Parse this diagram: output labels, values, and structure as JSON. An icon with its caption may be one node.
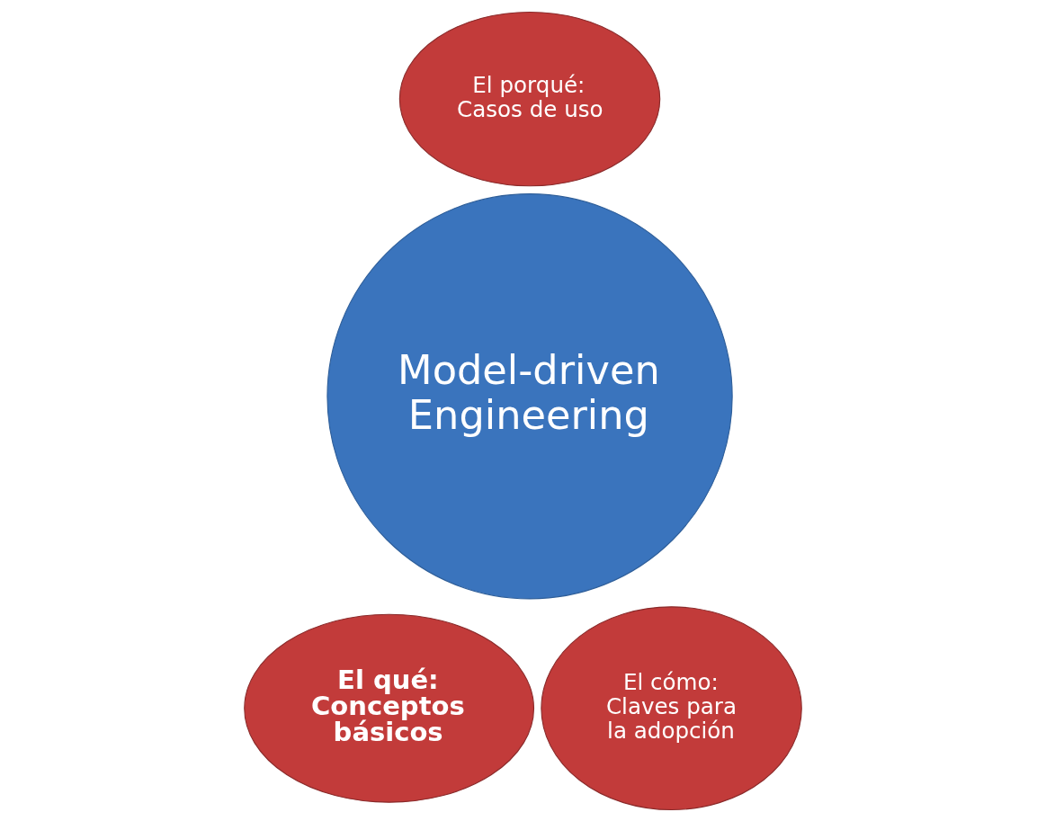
{
  "diagram": {
    "nodes": [
      {
        "text": [
          "El porqué:",
          "Casos de uso"
        ]
      },
      {
        "text": [
          "Model-driven Engineering"
        ]
      },
      {
        "text": [
          "El qué:",
          "Conceptos básicos"
        ]
      },
      {
        "text": [
          "El cómo:",
          "Claves para la adopción"
        ]
      }
    ],
    "edges": []
  }
}
